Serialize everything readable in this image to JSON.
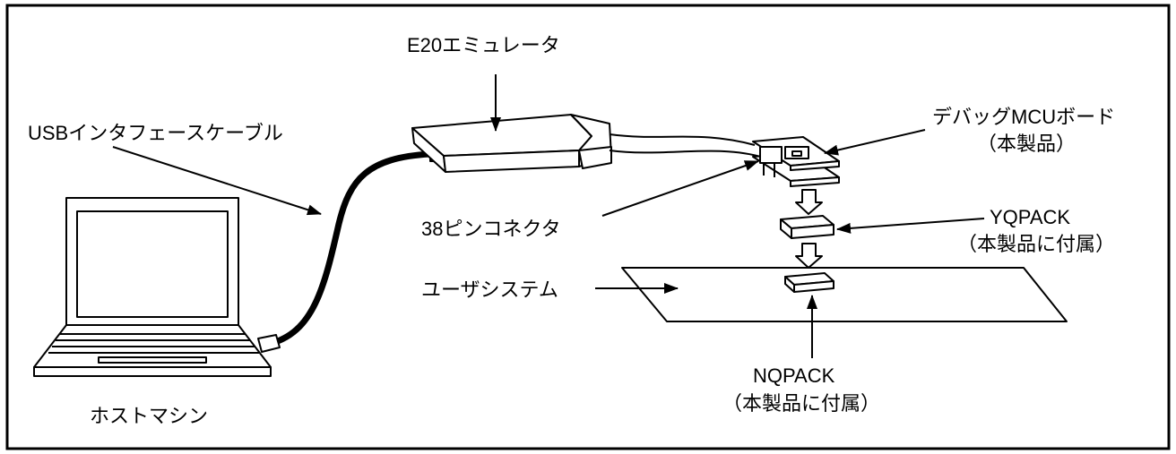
{
  "labels": {
    "emulator": "E20エミュレータ",
    "usb_cable": "USBインタフェースケーブル",
    "debug_board": "デバッグMCUボード",
    "debug_board_note": "（本製品）",
    "connector_38pin": "38ピンコネクタ",
    "yqpack": "YQPACK",
    "yqpack_note": "（本製品に付属）",
    "user_system": "ユーザシステム",
    "nqpack": "NQPACK",
    "nqpack_note": "（本製品に付属）",
    "host_machine": "ホストマシン"
  }
}
